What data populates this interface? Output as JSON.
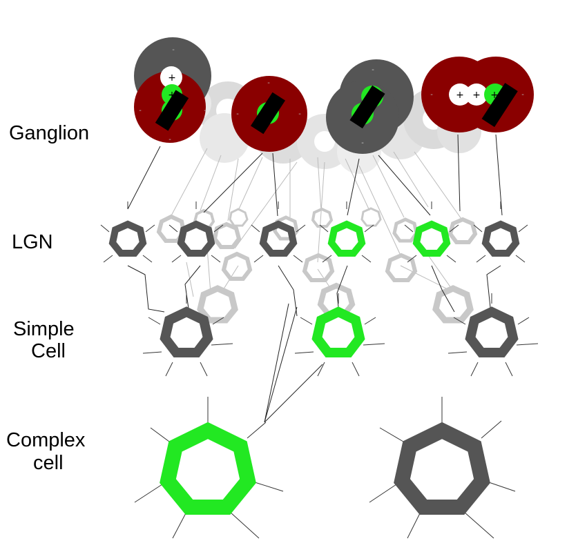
{
  "labels": {
    "ganglion": "Ganglion",
    "lgn": "LGN",
    "simple_line1": "Simple",
    "simple_line2": "Cell",
    "complex_line1": "Complex",
    "complex_line2": "cell"
  },
  "signs": {
    "plus": "+",
    "minus": "-"
  },
  "colors": {
    "active": "#22e822",
    "inactive": "#555555",
    "faded": "#cccccc",
    "faint": "#e4e4e4",
    "surround_red": "#8a0000",
    "surround_gray": "#555555",
    "bar": "#000000",
    "center_white": "#ffffff"
  },
  "states": {
    "ganglion_cells": [
      "active",
      "active",
      "active",
      "active"
    ],
    "lgn_cells": [
      "inactive",
      "inactive",
      "inactive",
      "active",
      "active",
      "inactive"
    ],
    "simple_cells": [
      "inactive",
      "active",
      "inactive"
    ],
    "complex_cells": [
      "active",
      "inactive"
    ]
  }
}
